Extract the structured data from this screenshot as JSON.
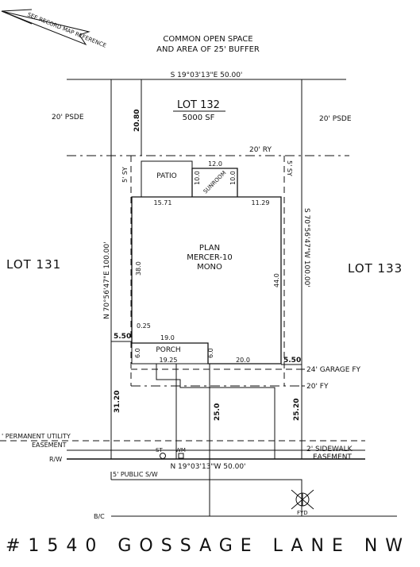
{
  "north_arrow": {
    "label": "SEE RECORD MAP REFERENCE"
  },
  "header": {
    "line1": "COMMON OPEN SPACE",
    "line2": "AND AREA OF 25' BUFFER"
  },
  "bearings": {
    "top": "S 19°03'13\"E    50.00'",
    "bottom": "N 19°03'13\"W      50.00'",
    "left": "N 70°56'47\"E    100.00'",
    "right": "S 70°56'47\"W     100.00'"
  },
  "lot": {
    "label": "LOT 132",
    "area": "5000 SF"
  },
  "neighbors": {
    "left": "LOT 131",
    "right": "LOT 133"
  },
  "setbacks": {
    "psde_left": "20' PSDE",
    "psde_right": "20' PSDE",
    "rear_yard": "20' RY",
    "side_yard_left": "5' SY",
    "side_yard_right": "5' SY",
    "garage_front": "24' GARAGE FY",
    "front_yard": "20' FY"
  },
  "house": {
    "plan_line1": "PLAN",
    "plan_line2": "MERCER-10",
    "plan_line3": "MONO",
    "patio": "PATIO",
    "sunroom": "SUNROOM",
    "porch": "PORCH"
  },
  "dimensions": {
    "rear_depth": "20.80",
    "sunroom_width": "12.0",
    "sunroom_left": "10.0",
    "sunroom_right": "10.0",
    "back_left": "15.71",
    "back_right": "11.29",
    "left_side": "38.0",
    "right_side": "44.0",
    "offset": "0.25",
    "porch_top": "19.0",
    "porch_bottom": "19.25",
    "porch_depth_left": "6.0",
    "porch_depth_right": "6.0",
    "garage_front": "20.0",
    "side_left": "5.50",
    "side_right": "5.50",
    "front_left": "31.20",
    "front_center": "25.0",
    "front_right": "25.20"
  },
  "easements": {
    "utility_line1": "' PERMANENT UTILITY",
    "utility_line2": "EASEMENT",
    "sidewalk_line1": "2' SIDEWALK",
    "sidewalk_line2": "EASEMENT",
    "right_of_way": "R/W",
    "street_light": "ST",
    "water_meter": "WM",
    "public_sidewalk": "5' PUBLIC S/W",
    "back_of_curb": "B/C"
  },
  "symbols": {
    "hydrant": "FYD"
  },
  "address": "#1540 GOSSAGE LANE NW"
}
